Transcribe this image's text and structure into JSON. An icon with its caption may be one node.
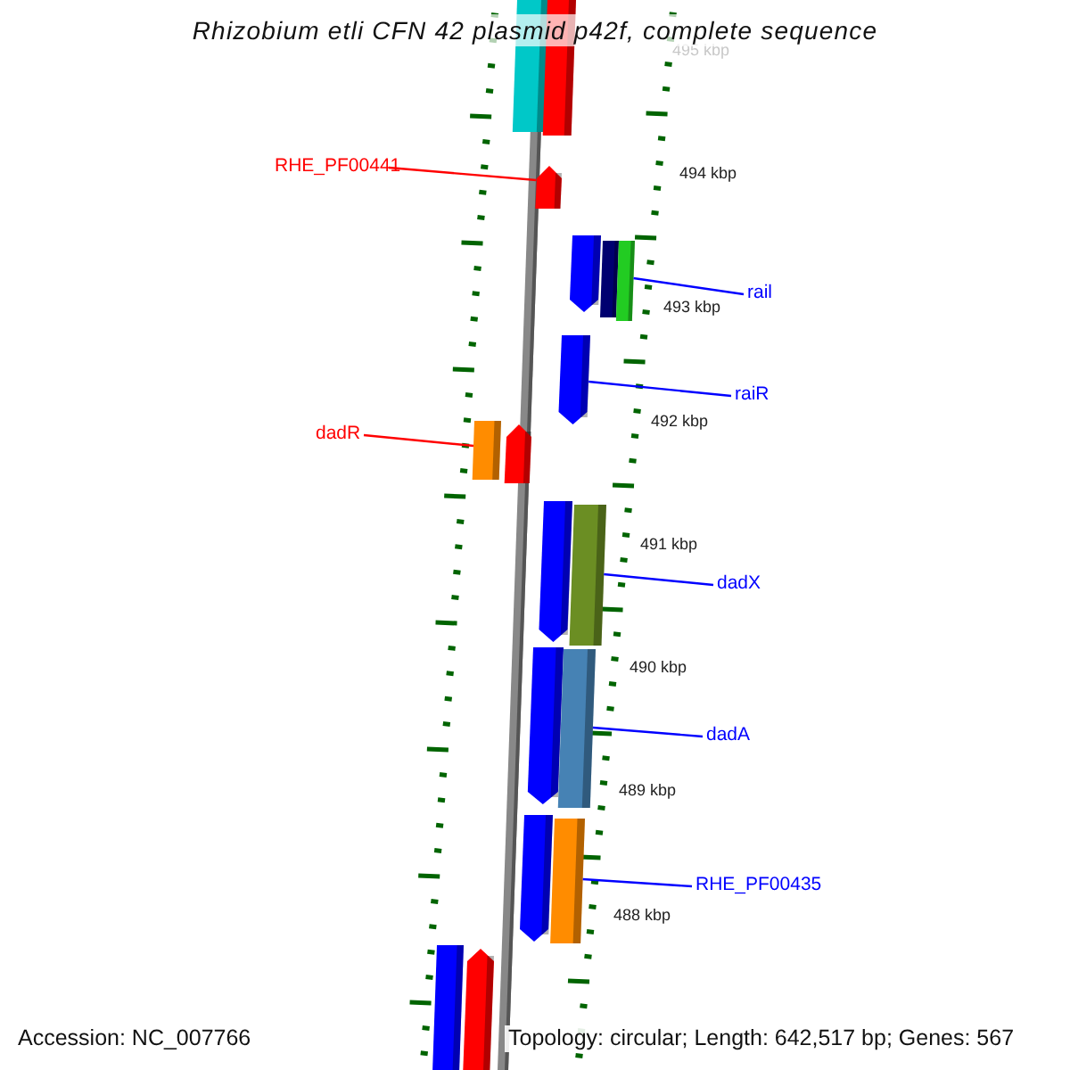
{
  "diagram": {
    "title": "Rhizobium etli CFN 42 plasmid p42f, complete sequence",
    "nodes": [
      {
        "text": [
          "RHE_PF00441"
        ]
      },
      {
        "text": [
          "rail"
        ]
      },
      {
        "text": [
          "raiR"
        ]
      },
      {
        "text": [
          "dadR"
        ]
      },
      {
        "text": [
          "dadX"
        ]
      },
      {
        "text": [
          "dadA"
        ]
      },
      {
        "text": [
          "RHE_PF00435"
        ]
      },
      {
        "text": [],
        "shape": "bar"
      },
      {
        "text": [],
        "shape": "bar"
      },
      {
        "text": [],
        "shape": "bar"
      },
      {
        "text": [],
        "shape": "bar"
      },
      {
        "text": [],
        "shape": "bar"
      },
      {
        "text": [],
        "shape": "bar"
      },
      {
        "text": [],
        "shape": "bar"
      }
    ],
    "edges": [
      {
        "from": 0,
        "to": 7,
        "arrow": "none",
        "color": "#ff0000"
      },
      {
        "from": 1,
        "to": 8,
        "arrow": "none"
      },
      {
        "from": 2,
        "to": 9,
        "arrow": "none"
      },
      {
        "from": 3,
        "to": 10,
        "arrow": "none",
        "color": "#ff0000"
      },
      {
        "from": 4,
        "to": 11,
        "arrow": "none"
      },
      {
        "from": 5,
        "to": 12,
        "arrow": "none"
      },
      {
        "from": 6,
        "to": 13,
        "arrow": "none"
      }
    ],
    "labels": [
      "495 kbp",
      "494 kbp",
      "493 kbp",
      "492 kbp",
      "491 kbp",
      "490 kbp",
      "489 kbp",
      "488 kbp",
      "Accession: NC_007766",
      "Topology: circular; Length: 642,517 bp; Genes: 567"
    ]
  }
}
